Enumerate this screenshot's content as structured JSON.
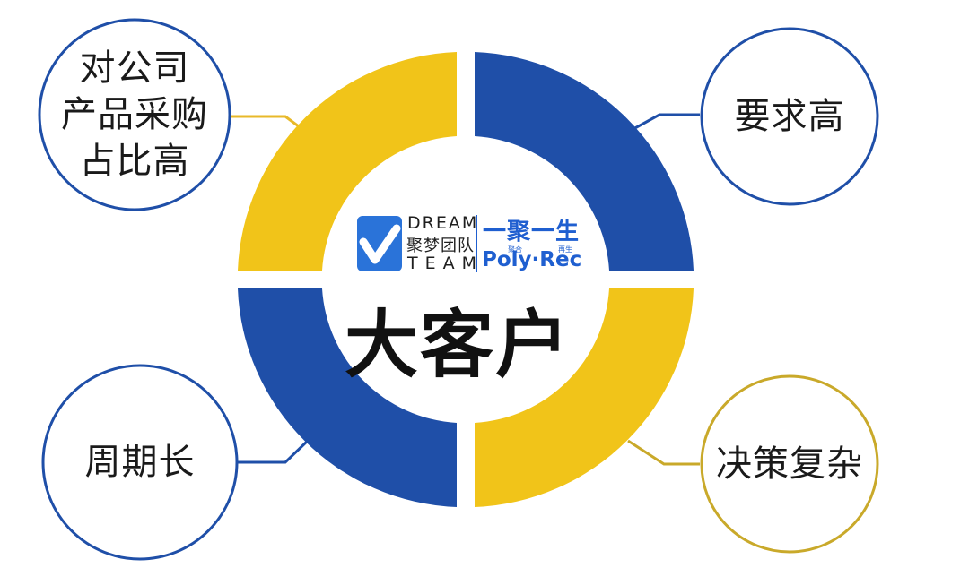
{
  "colors": {
    "blue": "#1f4fa8",
    "yellow": "#f1c419",
    "text": "#1a1a1a",
    "brand_blue": "#1f5fd0"
  },
  "center": {
    "title": "大客户"
  },
  "logo": {
    "brand_en_top": "DREAM",
    "brand_cn": "聚梦团队",
    "brand_en_bottom": "TEAM",
    "slogan": "一聚一生",
    "poly_rec": "Poly·Rec",
    "tag_left": "聚合",
    "tag_right": "再生"
  },
  "bubbles": {
    "top_left": {
      "lines": [
        "对公司",
        "产品采购",
        "占比高"
      ],
      "color": "#1f4fa8"
    },
    "top_right": {
      "lines": [
        "要求高"
      ],
      "color": "#1f4fa8"
    },
    "bottom_left": {
      "lines": [
        "周期长"
      ],
      "color": "#1f4fa8"
    },
    "bottom_right": {
      "lines": [
        "决策复杂"
      ],
      "color": "#c9a92a"
    }
  }
}
